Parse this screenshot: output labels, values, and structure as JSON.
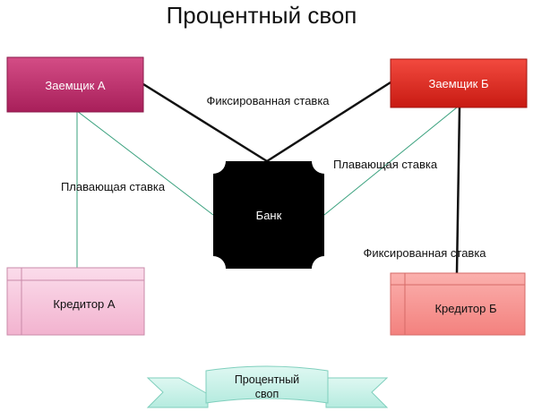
{
  "title": "Процентный своп",
  "nodes": {
    "borrower_a": "Заемщик А",
    "borrower_b": "Заемщик Б",
    "bank": "Банк",
    "creditor_a": "Кредитор А",
    "creditor_b": "Кредитор Б"
  },
  "edge_labels": {
    "fixed_rate_top": "Фиксированная ставка",
    "floating_rate_left": "Плавающая ставка",
    "floating_rate_right": "Плавающая ставка",
    "fixed_rate_right": "Фиксированная ставка"
  },
  "banner": {
    "line1": "Процентный",
    "line2": "своп"
  },
  "colors": {
    "borrower_a": "#c2336f",
    "borrower_b": "#e82c23",
    "bank": "#000000",
    "creditor_a": "#f6c7dc",
    "creditor_b": "#f79a98",
    "fixed_line": "#111111",
    "floating_line": "#3aa17e",
    "banner": "#c8f2ea"
  }
}
